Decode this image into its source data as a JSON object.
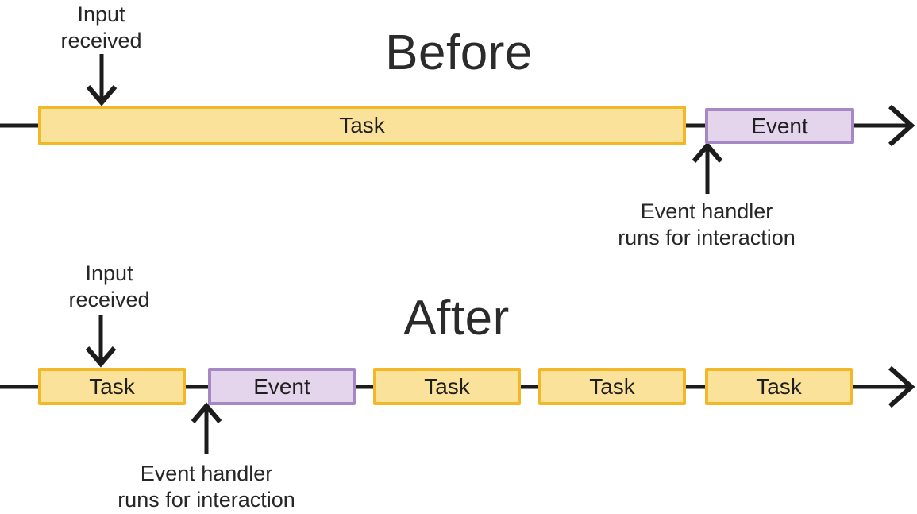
{
  "colors": {
    "task_fill": "#FBE29B",
    "task_border": "#F3B827",
    "event_fill": "#E5D5EC",
    "event_border": "#A688C3",
    "line": "#1C1C1C",
    "text": "#262626"
  },
  "before": {
    "title": "Before",
    "input_annotation": "Input\nreceived",
    "handler_annotation": "Event handler\nruns for interaction",
    "blocks": [
      {
        "type": "task",
        "label": "Task"
      },
      {
        "type": "event",
        "label": "Event"
      }
    ]
  },
  "after": {
    "title": "After",
    "input_annotation": "Input\nreceived",
    "handler_annotation": "Event handler\nruns for interaction",
    "blocks": [
      {
        "type": "task",
        "label": "Task"
      },
      {
        "type": "event",
        "label": "Event"
      },
      {
        "type": "task",
        "label": "Task"
      },
      {
        "type": "task",
        "label": "Task"
      },
      {
        "type": "task",
        "label": "Task"
      }
    ]
  }
}
